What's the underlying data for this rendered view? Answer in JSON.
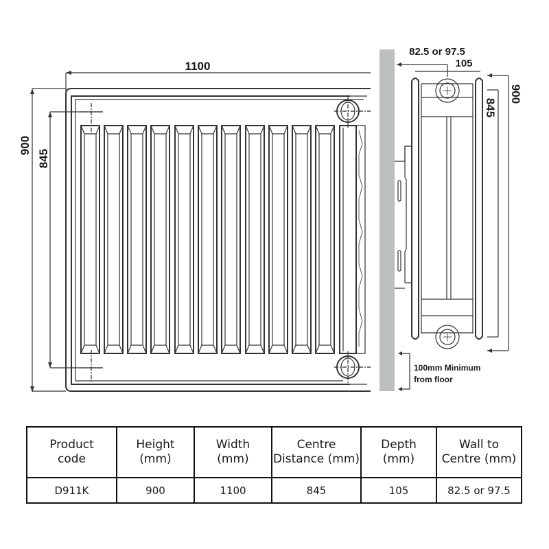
{
  "front_view": {
    "width_label": "1100",
    "height_label": "900",
    "centre_label": "845",
    "fin_count": 11
  },
  "side_view": {
    "wall_to_centre_label": "82.5 or 97.5",
    "depth_label": "105",
    "height_label": "900",
    "centre_label": "845",
    "floor_note_line1": "100mm Minimum",
    "floor_note_line2": "from floor"
  },
  "spec_table": {
    "headers": [
      {
        "line1": "Product",
        "line2": "code"
      },
      {
        "line1": "Height",
        "line2": "(mm)"
      },
      {
        "line1": "Width",
        "line2": "(mm)"
      },
      {
        "line1": "Centre",
        "line2": "Distance (mm)"
      },
      {
        "line1": "Depth",
        "line2": "(mm)"
      },
      {
        "line1": "Wall to",
        "line2": "Centre (mm)"
      }
    ],
    "rows": [
      [
        "D911K",
        "900",
        "1100",
        "845",
        "105",
        "82.5 or 97.5"
      ]
    ]
  },
  "colors": {
    "line": "#333333",
    "wall": "#bdbec0",
    "text": "#1a1a1a"
  }
}
